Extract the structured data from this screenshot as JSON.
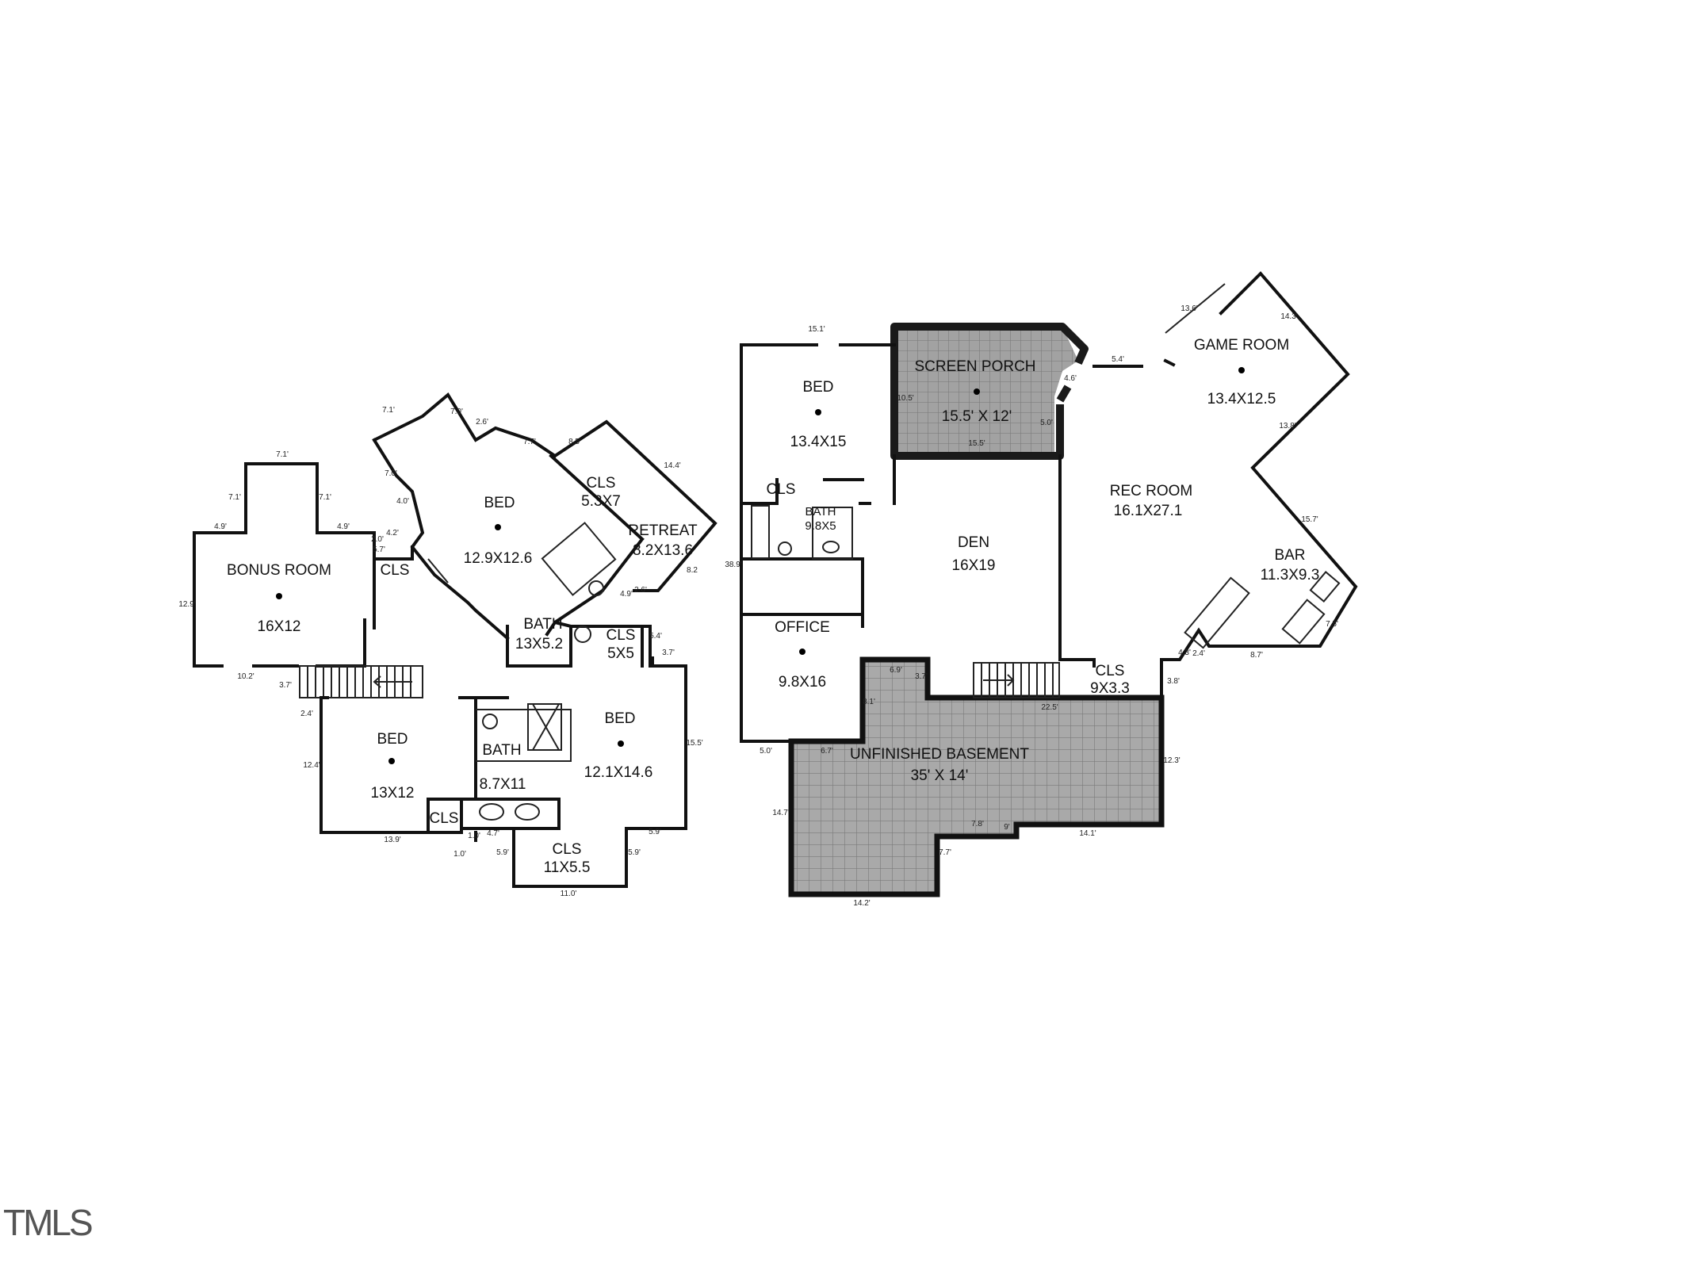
{
  "watermark": "TMLS",
  "upper_floor": {
    "rooms": [
      {
        "id": "bonus",
        "name": "BONUS ROOM",
        "size": "16X12"
      },
      {
        "id": "cls-bonus",
        "name": "CLS",
        "size": ""
      },
      {
        "id": "bed-top",
        "name": "BED",
        "size": "12.9X12.6"
      },
      {
        "id": "cls-top",
        "name": "CLS",
        "size": "5.3X7"
      },
      {
        "id": "retreat",
        "name": "RETREAT",
        "size": "8.2X13.6"
      },
      {
        "id": "bath-mid",
        "name": "BATH",
        "size": "13X5.2"
      },
      {
        "id": "cls-mid",
        "name": "CLS",
        "size": "5X5"
      },
      {
        "id": "bed-left",
        "name": "BED",
        "size": "13X12"
      },
      {
        "id": "bath-lower",
        "name": "BATH",
        "size": "8.7X11"
      },
      {
        "id": "bed-right",
        "name": "BED",
        "size": "12.1X14.6"
      },
      {
        "id": "cls-lower",
        "name": "CLS",
        "size": ""
      },
      {
        "id": "cls-bottom",
        "name": "CLS",
        "size": "11X5.5"
      }
    ],
    "dimensions": [
      "7.1'",
      "7.1'",
      "7.1'",
      "4.9'",
      "4.9'",
      "12.9'",
      "10.2'",
      "3.7'",
      "2.4'",
      "12.4'",
      "13.9'",
      "7.1'",
      "7.0'",
      "2.6'",
      "7.7'",
      "8.5'",
      "14.4'",
      "7.0'",
      "4.0'",
      "2.0'",
      "4.2'",
      "5.7'",
      "8.2",
      "4.9'",
      "2.6'",
      "5.4'",
      "3.7'",
      "15.5'",
      "1.0'",
      "4.7'",
      "5.9'",
      "11.0'",
      "5.9'",
      "5.9'"
    ]
  },
  "lower_floor": {
    "rooms": [
      {
        "id": "bed",
        "name": "BED",
        "size": "13.4X15"
      },
      {
        "id": "screen-porch",
        "name": "SCREEN PORCH",
        "size": "15.5' X 12'"
      },
      {
        "id": "game-room",
        "name": "GAME ROOM",
        "size": "13.4X12.5"
      },
      {
        "id": "cls-bed",
        "name": "CLS",
        "size": ""
      },
      {
        "id": "bath",
        "name": "BATH",
        "size": "9.8X5"
      },
      {
        "id": "den",
        "name": "DEN",
        "size": "16X19"
      },
      {
        "id": "rec-room",
        "name": "REC ROOM",
        "size": "16.1X27.1"
      },
      {
        "id": "bar",
        "name": "BAR",
        "size": "11.3X9.3"
      },
      {
        "id": "office",
        "name": "OFFICE",
        "size": "9.8X16"
      },
      {
        "id": "cls-stair",
        "name": "CLS",
        "size": "9X3.3"
      },
      {
        "id": "basement",
        "name": "UNFINISHED BASEMENT",
        "size": "35' X 14'"
      }
    ],
    "dimensions": [
      "15.1'",
      "10.5'",
      "15.5'",
      "5.4'",
      "13.6'",
      "14.3'",
      "13.8'",
      "15.7'",
      "7.5'",
      "8.7'",
      "4.3'",
      "2.4'",
      "3.8'",
      "38.9'",
      "5.0'",
      "6.7'",
      "6.9'",
      "3.7'",
      "8.1'",
      "22.5'",
      "12.3'",
      "14.1'",
      "7.8'",
      "9'",
      "7.7'",
      "14.7'",
      "14.2'",
      "5.0'",
      "4.6'"
    ]
  },
  "colors": {
    "line": "#111111",
    "basement_fill": "#a8a8a8",
    "porch_fill": "#9e9e9e"
  }
}
